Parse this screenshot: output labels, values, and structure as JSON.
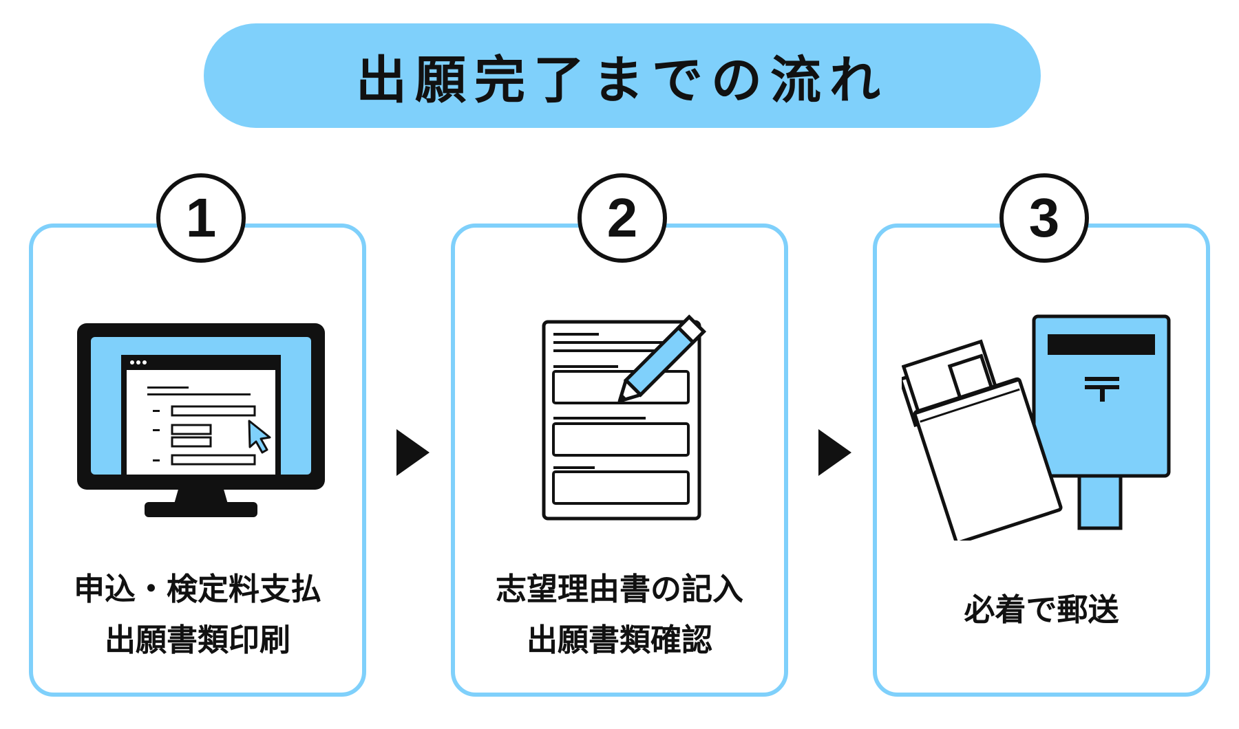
{
  "header": {
    "title": "出願完了までの流れ"
  },
  "steps": [
    {
      "number": "1",
      "caption_line1": "申込・検定料支払",
      "caption_line2": "出願書類印刷",
      "icon": "computer-monitor-icon"
    },
    {
      "number": "2",
      "caption_line1": "志望理由書の記入",
      "caption_line2": "出願書類確認",
      "icon": "form-pencil-icon"
    },
    {
      "number": "3",
      "caption_line1": "必着で郵送",
      "icon": "postbox-envelope-icon"
    }
  ],
  "colors": {
    "accent": "#7fd0fb",
    "ink": "#111111",
    "background": "#ffffff"
  }
}
